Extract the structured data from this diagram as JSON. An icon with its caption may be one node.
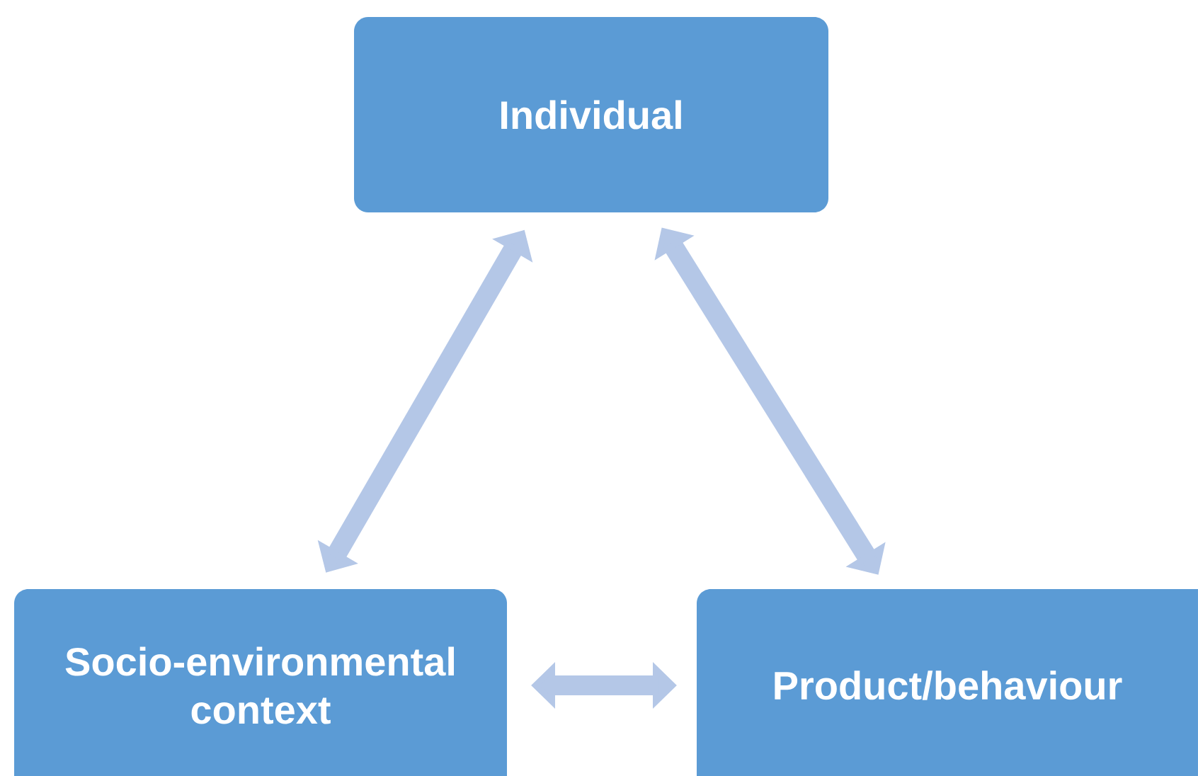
{
  "diagram": {
    "nodes": [
      {
        "text": [
          "Individual"
        ]
      },
      {
        "text": [
          "Socio-environmental context"
        ]
      },
      {
        "text": [
          "Product/behaviour"
        ]
      }
    ],
    "edges": [
      {
        "from": 1,
        "to": 0,
        "arrow": "both"
      },
      {
        "from": 0,
        "to": 2,
        "arrow": "both"
      },
      {
        "from": 1,
        "to": 2,
        "arrow": "both"
      }
    ]
  }
}
